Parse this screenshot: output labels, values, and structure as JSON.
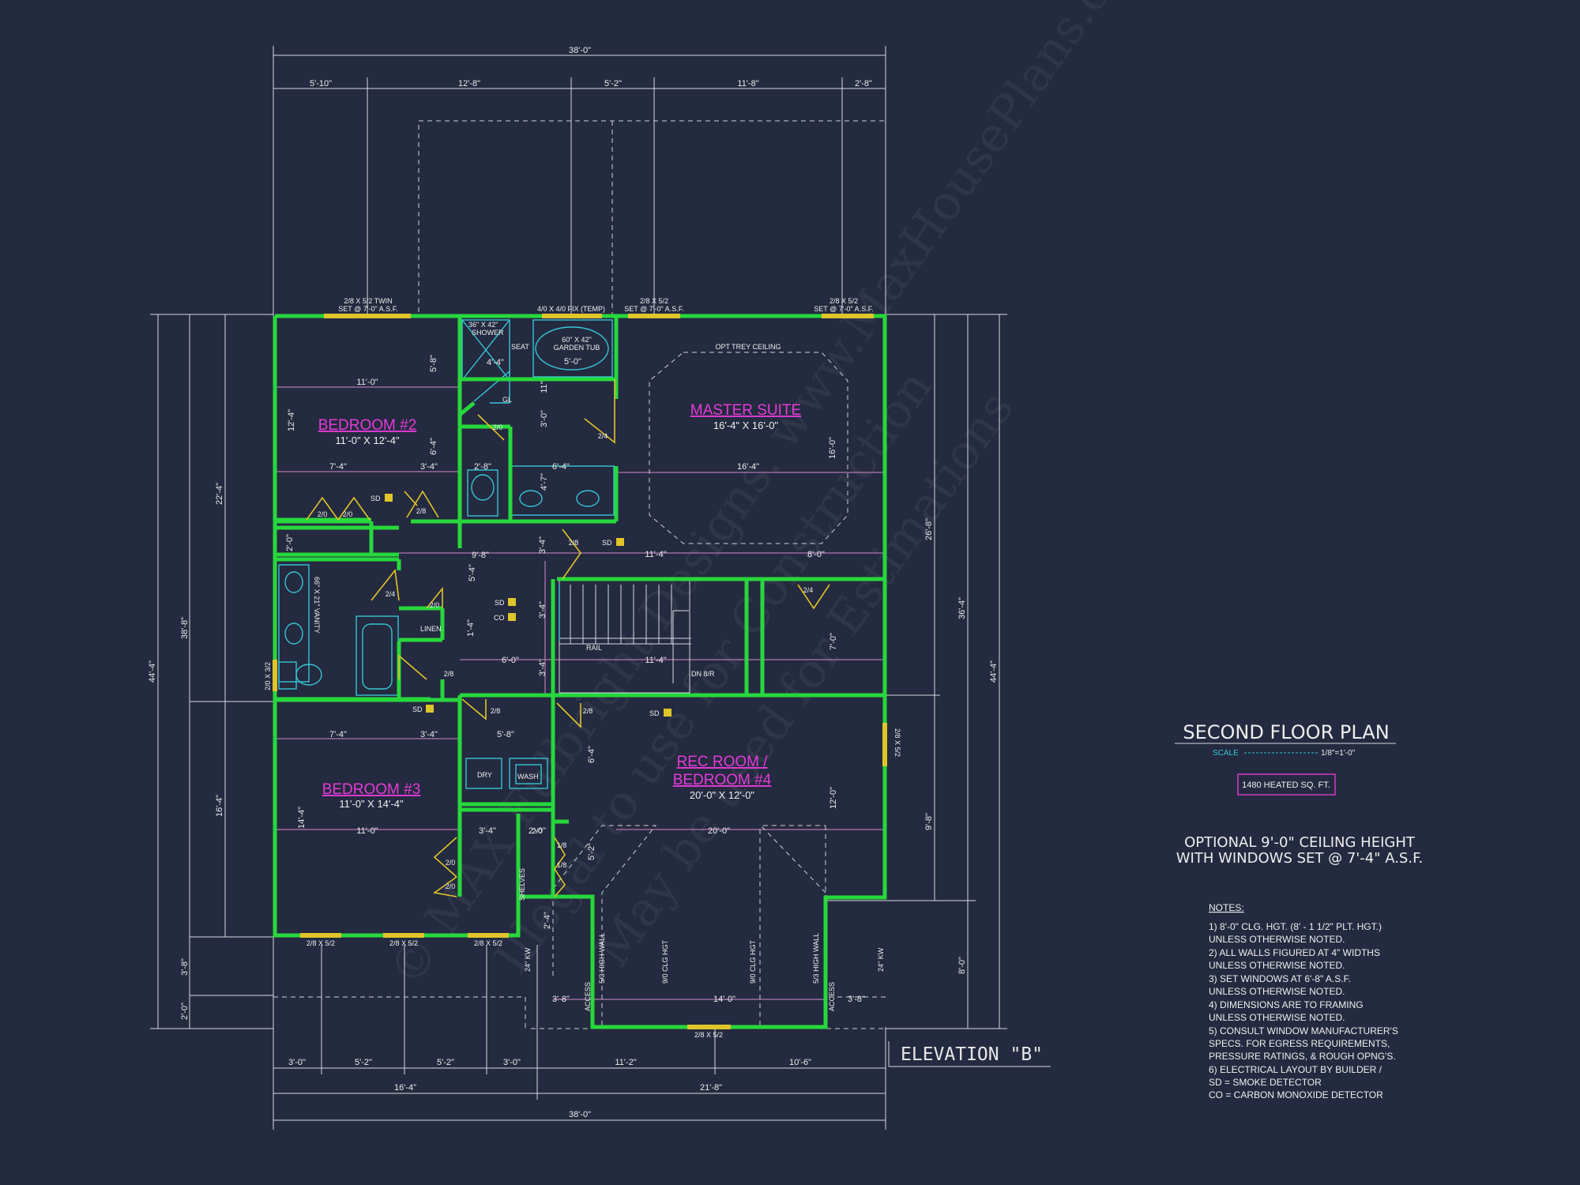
{
  "watermark": {
    "line1": "© MAX Fulbright Designs. www.MaxHousePlans.com",
    "line2": "Illegal to use for Construction",
    "line3": "May be used for Estimations"
  },
  "dimensions": {
    "top_total": "38'-0\"",
    "top_segments": [
      "5'-10\"",
      "12'-8\"",
      "5'-2\"",
      "11'-8\"",
      "2'-8\""
    ],
    "bottom_total": "38'-0\"",
    "bottom_segments_a": [
      "3'-0\"",
      "5'-2\"",
      "5'-2\"",
      "3'-0\"",
      "11'-2\"",
      "10'-6\""
    ],
    "bottom_segments_b": [
      "16'-4\"",
      "21'-8\""
    ],
    "left_outer": "44'-4\"",
    "left_mid_a": "38'-8\"",
    "left_inner": [
      "22'-4\"",
      "16'-4\"",
      "3'-8\"",
      "2'-0\""
    ],
    "right_outer": "44'-4\"",
    "right_mid": "36'-4\"",
    "right_inner": [
      "26'-8\"",
      "9'-8\"",
      "8'-0\""
    ]
  },
  "windows_top": [
    {
      "line1": "2/8 X 5/2 TWIN",
      "line2": "SET @ 7'-0\" A.S.F."
    },
    {
      "line1": "4/0 X 4/0 FIX (TEMP)",
      "line2": ""
    },
    {
      "line1": "2/8 X 5/2",
      "line2": "SET @ 7'-0\" A.S.F."
    },
    {
      "line1": "2/8 X 5/2",
      "line2": "SET @ 7'-0\" A.S.F."
    }
  ],
  "windows_bottom": [
    "2/8 X 5/2",
    "2/8 X 5/2",
    "2/8 X 5/2",
    "2/8 X 5/2"
  ],
  "window_right": "2/8 X 5/2",
  "window_left": "2/0 X 3/2",
  "rooms": {
    "bedroom2": {
      "name": "BEDROOM #2",
      "size": "11'-0\" X 12'-4\""
    },
    "master": {
      "name": "MASTER SUITE",
      "size": "16'-4\" X 16'-0\""
    },
    "bedroom3": {
      "name": "BEDROOM #3",
      "size": "11'-0\" X 14'-4\""
    },
    "rec_line1": "REC ROOM /",
    "rec_line2": "BEDROOM #4",
    "rec_size": "20'-0\" X 12'-0\""
  },
  "labels": {
    "shower": "36\" X 42\"",
    "shower2": "SHOWER",
    "seat": "SEAT",
    "tub1": "60\" X 42\"",
    "tub2": "GARDEN TUB",
    "tub_dim": "5'-0\"",
    "opt_trey": "OPT TREY CEILING",
    "gl": "GL",
    "vanity": "66\" X 21\" VANITY",
    "linen": "LINEN",
    "rail": "RAIL",
    "dn": "DN 8/R",
    "dry": "DRY",
    "wash": "WASH",
    "shelves": "SHELVES",
    "sd": "SD",
    "co": "CO",
    "access": "ACCESS",
    "kneewall": "24\" KW",
    "high_wall": "5/3 HIGH WALL",
    "clg_hgt": "9/0 CLG HGT"
  },
  "interior_dims": {
    "b2_w": "11'-0\"",
    "b2_h": "12'-4\"",
    "b2_a": "7'-4\"",
    "b2_b": "3'-4\"",
    "b2_c": "5'-8\"",
    "b2_d": "6'-4\"",
    "bath_a": "4'-4\"",
    "bath_b": "3'-0\"",
    "bath_c": "2'-8\"",
    "bath_d": "6'-4\"",
    "bath_e": "4'-7\"",
    "bath_f": "11\"",
    "ms_w": "16'-4\"",
    "ms_h": "16'-0\"",
    "hall_a": "9'-8\"",
    "hall_b": "5'-4\"",
    "hall_c": "3'-4\"",
    "hall_d": "11'-4\"",
    "hall_e": "8'-0\"",
    "hall_f": "3'-4\"",
    "hall_g": "1'-4\"",
    "hall_h": "6'-0\"",
    "hall_i": "3'-4\"",
    "hall_j": "11'-4\"",
    "hall_k": "2'-0\"",
    "wic": "7'-0\"",
    "b3_a": "7'-4\"",
    "b3_b": "3'-4\"",
    "b3_w": "11'-0\"",
    "b3_h": "14'-4\"",
    "l_a": "5'-8\"",
    "l_b": "3'-4\"",
    "l_c": "2'-0\"",
    "l_d": "5'-2\"",
    "l_e": "2'-4\"",
    "rec_a": "6'-4\"",
    "rec_b": "12'-0\"",
    "rec_c": "20'-0\"",
    "rec_d": "14'-0\"",
    "rec_e": "3'-8\"",
    "rec_f": "3'-8\""
  },
  "doors": [
    "2/0",
    "2/0",
    "2/8",
    "2/0",
    "2/4",
    "2/4",
    "2/8",
    "2/4",
    "2/0",
    "2/8",
    "2/8",
    "2/8",
    "2/0",
    "2/0",
    "1/8",
    "1/8",
    "2/0"
  ],
  "title": {
    "main": "SECOND FLOOR PLAN",
    "scale_label": "SCALE",
    "scale_value": "1/8\"=1'-0\"",
    "area": "1480 HEATED SQ. FT."
  },
  "optional": {
    "line1": "OPTIONAL 9'-0\" CEILING HEIGHT",
    "line2": "WITH WINDOWS SET @ 7'-4\" A.S.F."
  },
  "elevation": "ELEVATION \"B\"",
  "notes": {
    "heading": "NOTES:",
    "lines": [
      "1) 8'-0\"  CLG. HGT. (8' - 1 1/2\" PLT. HGT.)",
      "    UNLESS OTHERWISE NOTED.",
      "2) ALL  WALLS FIGURED AT 4\" WIDTHS",
      "    UNLESS OTHERWISE NOTED.",
      "3) SET WINDOWS AT 6'-8\" A.S.F.",
      "    UNLESS OTHERWISE NOTED.",
      "4) DIMENSIONS ARE TO FRAMING",
      "    UNLESS OTHERWISE NOTED.",
      "5) CONSULT WINDOW MANUFACTURER'S",
      "    SPECS. FOR EGRESS REQUIREMENTS,",
      "    PRESSURE RATINGS, & ROUGH OPNG'S.",
      "6) ELECTRICAL LAYOUT BY BUILDER /",
      "    SD = SMOKE DETECTOR",
      "    CO = CARBON MONOXIDE DETECTOR"
    ]
  },
  "colors": {
    "background": "#242a3f",
    "walls": "#27d83c",
    "room_names": "#e43bd8",
    "fixtures": "#37c4d6",
    "doors": "#e0c52a"
  }
}
